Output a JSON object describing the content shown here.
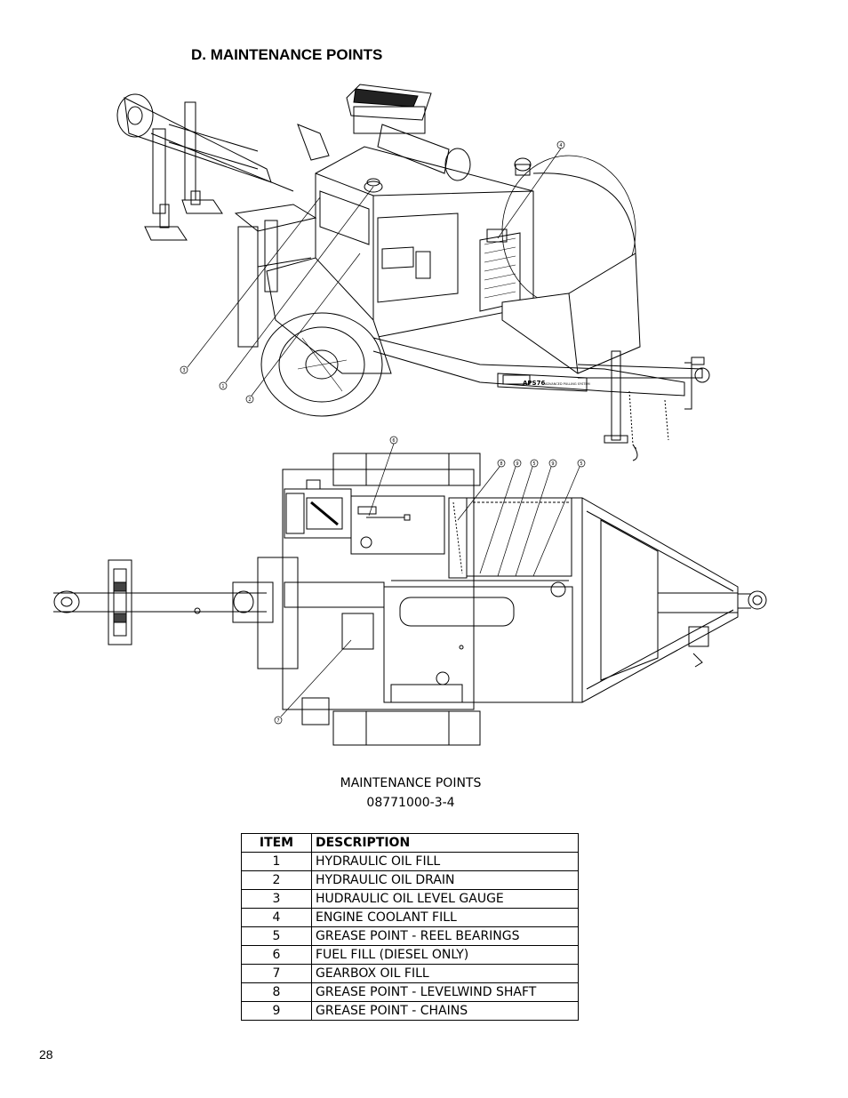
{
  "section_title": "D.  MAINTENANCE POINTS",
  "figure": {
    "caption_line1": "MAINTENANCE POINTS",
    "caption_line2": "08771000-3-4",
    "machine_model": "APS76",
    "machine_plate": "ADVANCED PULLING SYSTEM",
    "top_callouts": [
      "4",
      "3",
      "1",
      "2"
    ],
    "plan_callouts": [
      "6",
      "8",
      "9",
      "5",
      "9",
      "5",
      "7"
    ]
  },
  "table": {
    "header_item": "ITEM",
    "header_description": "DESCRIPTION",
    "rows": [
      {
        "item": "1",
        "description": "HYDRAULIC OIL FILL"
      },
      {
        "item": "2",
        "description": "HYDRAULIC OIL DRAIN"
      },
      {
        "item": "3",
        "description": "HUDRAULIC OIL LEVEL GAUGE"
      },
      {
        "item": "4",
        "description": "ENGINE COOLANT FILL"
      },
      {
        "item": "5",
        "description": "GREASE POINT - REEL BEARINGS"
      },
      {
        "item": "6",
        "description": "FUEL FILL (DIESEL ONLY)"
      },
      {
        "item": "7",
        "description": "GEARBOX OIL FILL"
      },
      {
        "item": "8",
        "description": "GREASE POINT - LEVELWIND SHAFT"
      },
      {
        "item": "9",
        "description": "GREASE POINT - CHAINS"
      }
    ]
  },
  "page_number": "28"
}
